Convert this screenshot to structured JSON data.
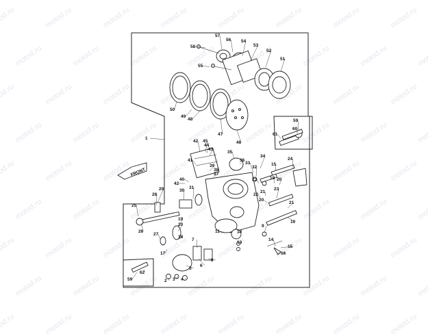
{
  "watermark": {
    "text": "motod.ru"
  },
  "diagram": {
    "front_label": "FRONT",
    "callouts": [
      {
        "id": "c58",
        "text": "58"
      },
      {
        "id": "c57",
        "text": "57"
      },
      {
        "id": "c56",
        "text": "56"
      },
      {
        "id": "c54",
        "text": "54"
      },
      {
        "id": "c53",
        "text": "53"
      },
      {
        "id": "c52",
        "text": "52"
      },
      {
        "id": "c51",
        "text": "51"
      },
      {
        "id": "c55",
        "text": "55"
      },
      {
        "id": "c50",
        "text": "50"
      },
      {
        "id": "c49",
        "text": "49"
      },
      {
        "id": "c48",
        "text": "48"
      },
      {
        "id": "c47",
        "text": "47"
      },
      {
        "id": "c46",
        "text": "46"
      },
      {
        "id": "c1",
        "text": "1"
      },
      {
        "id": "c61",
        "text": "61"
      },
      {
        "id": "c60",
        "text": "60"
      },
      {
        "id": "c59a",
        "text": "59"
      },
      {
        "id": "c42a",
        "text": "42"
      },
      {
        "id": "c45",
        "text": "45"
      },
      {
        "id": "c44",
        "text": "44"
      },
      {
        "id": "c43",
        "text": "43"
      },
      {
        "id": "c41",
        "text": "41"
      },
      {
        "id": "c35",
        "text": "35"
      },
      {
        "id": "c36",
        "text": "36"
      },
      {
        "id": "c34",
        "text": "34"
      },
      {
        "id": "c33",
        "text": "33"
      },
      {
        "id": "c32",
        "text": "32"
      },
      {
        "id": "c15a",
        "text": "15"
      },
      {
        "id": "c24",
        "text": "24"
      },
      {
        "id": "c39",
        "text": "39"
      },
      {
        "id": "c38",
        "text": "38"
      },
      {
        "id": "c37",
        "text": "37"
      },
      {
        "id": "c40",
        "text": "40"
      },
      {
        "id": "c42b",
        "text": "42"
      },
      {
        "id": "c23a",
        "text": "23"
      },
      {
        "id": "c19a",
        "text": "19"
      },
      {
        "id": "c20a",
        "text": "20"
      },
      {
        "id": "c21a",
        "text": "21"
      },
      {
        "id": "c22",
        "text": "22"
      },
      {
        "id": "c23b",
        "text": "23"
      },
      {
        "id": "c20b",
        "text": "20"
      },
      {
        "id": "c21b",
        "text": "21"
      },
      {
        "id": "c10",
        "text": "10"
      },
      {
        "id": "c9",
        "text": "9"
      },
      {
        "id": "c29",
        "text": "29"
      },
      {
        "id": "c28",
        "text": "28"
      },
      {
        "id": "c30",
        "text": "30"
      },
      {
        "id": "c31",
        "text": "31"
      },
      {
        "id": "c25",
        "text": "25"
      },
      {
        "id": "c26",
        "text": "26"
      },
      {
        "id": "c27",
        "text": "27"
      },
      {
        "id": "c19b",
        "text": "19"
      },
      {
        "id": "c20c",
        "text": "20"
      },
      {
        "id": "c18",
        "text": "18"
      },
      {
        "id": "c11",
        "text": "11"
      },
      {
        "id": "c12",
        "text": "12"
      },
      {
        "id": "c13",
        "text": "13"
      },
      {
        "id": "c14",
        "text": "14"
      },
      {
        "id": "c15b",
        "text": "15"
      },
      {
        "id": "c16",
        "text": "16"
      },
      {
        "id": "c17",
        "text": "17"
      },
      {
        "id": "c7",
        "text": "7"
      },
      {
        "id": "c6",
        "text": "6"
      },
      {
        "id": "c8",
        "text": "8"
      },
      {
        "id": "c5",
        "text": "5"
      },
      {
        "id": "c4",
        "text": "4"
      },
      {
        "id": "c3",
        "text": "3"
      },
      {
        "id": "c2",
        "text": "2"
      },
      {
        "id": "c59b",
        "text": "59"
      },
      {
        "id": "c62",
        "text": "62"
      }
    ]
  }
}
